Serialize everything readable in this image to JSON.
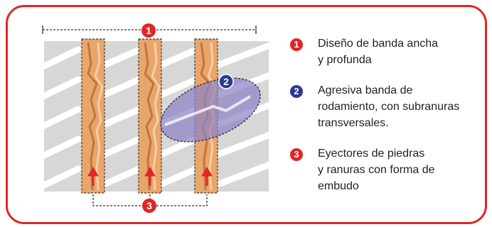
{
  "colors": {
    "frame": "#e02626",
    "tread": "#d7d7d7",
    "groove": "#ffffff",
    "rib": "#e8a66a",
    "rib_edge": "#c2753b",
    "highlight": "#8c84c8",
    "badge_red": "#e02626",
    "badge_blue": "#2b3a8f",
    "arrow": "#e02626"
  },
  "markers": {
    "m1": "1",
    "m2": "2",
    "m3": "3"
  },
  "legend": [
    {
      "number": "1",
      "color": "red",
      "lines": [
        "Diseño de banda ancha",
        "y profunda"
      ]
    },
    {
      "number": "2",
      "color": "blue",
      "lines": [
        "Agresiva banda de",
        "rodamiento, con subranuras",
        "transversales."
      ]
    },
    {
      "number": "3",
      "color": "red",
      "lines": [
        "Eyectores de piedras",
        "y ranuras con forma de",
        "embudo"
      ]
    }
  ]
}
